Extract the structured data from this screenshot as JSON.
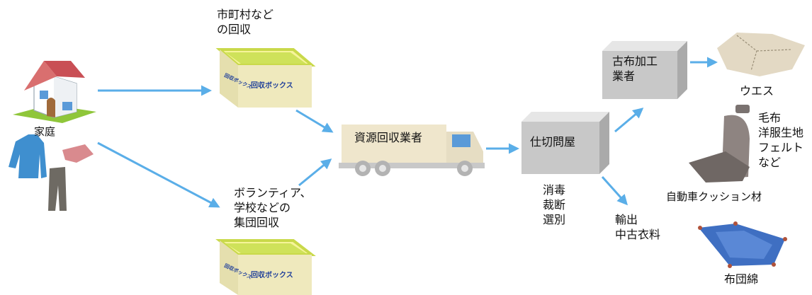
{
  "nodes": {
    "household": "家庭",
    "municipal": "市町村など\nの回収",
    "volunteer": "ボランティア、\n学校などの\n集団回収",
    "collector": "資源回収業者",
    "sorter": "仕切問屋",
    "sorter_tasks": "消毒\n裁断\n選別",
    "rag_processor": "古布加工\n業者"
  },
  "box": {
    "label_front": "回収ボックス",
    "label_side": "回収ボックス"
  },
  "products": {
    "waste_cloth": "ウエス",
    "car_cushion_list": "毛布\n洋服生地\nフェルト\nなど",
    "car_cushion": "自動車クッション材",
    "export": "輸出\n中古衣料",
    "futon": "布団綿"
  }
}
